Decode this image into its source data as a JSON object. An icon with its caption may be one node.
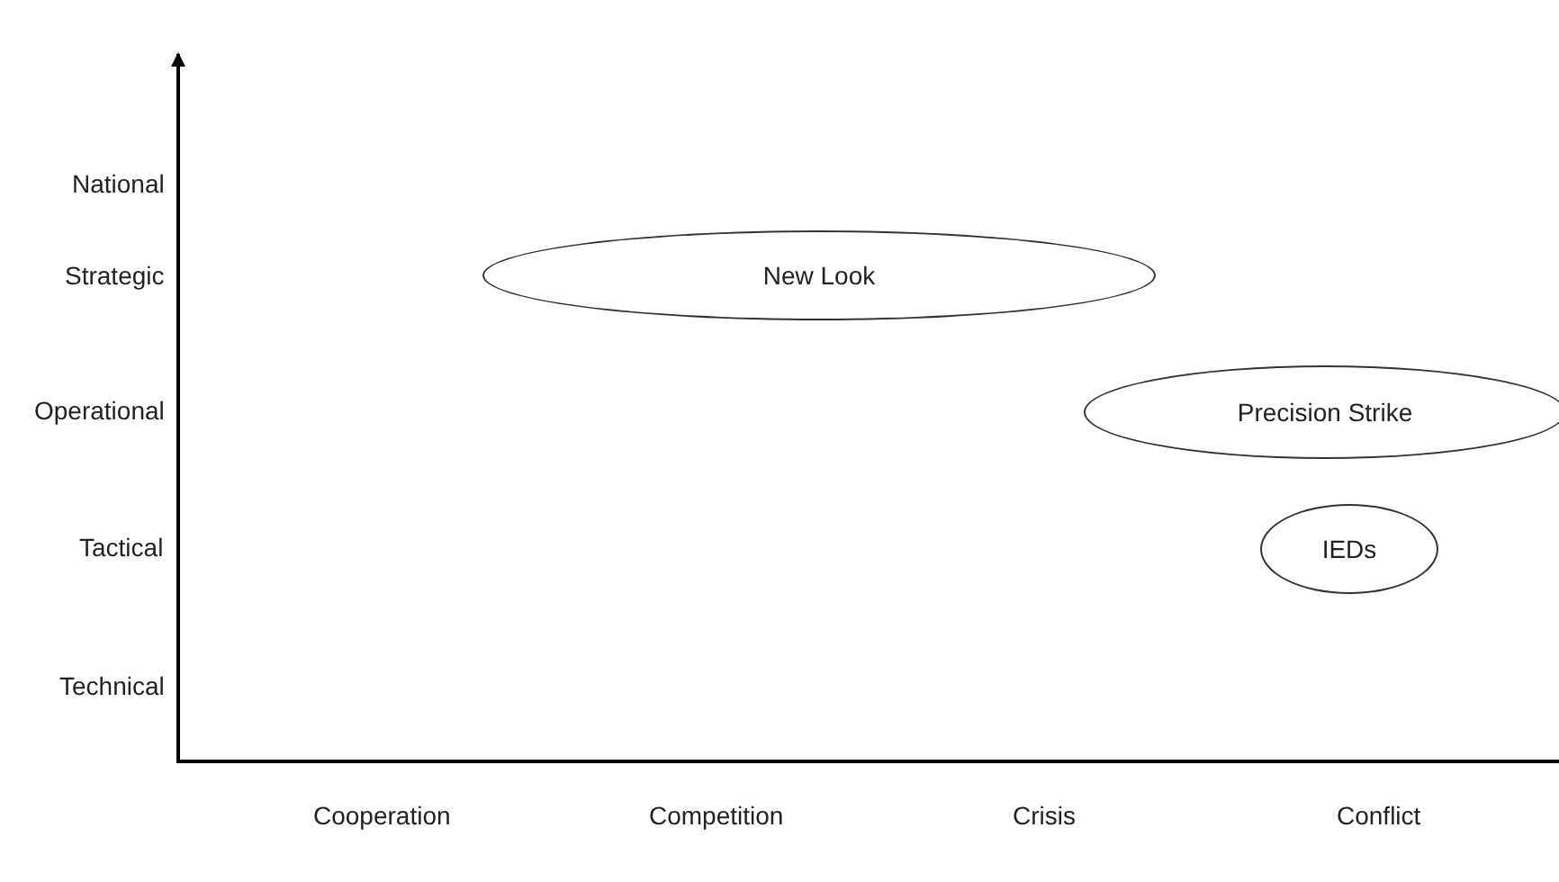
{
  "diagram": {
    "nodes": [
      {
        "text": [
          "New Look"
        ]
      },
      {
        "text": [
          "Precision Strike"
        ]
      },
      {
        "text": [
          "IEDs"
        ]
      }
    ],
    "labels": [
      "National",
      "Strategic",
      "Operational",
      "Tactical",
      "Technical",
      "Cooperation",
      "Competition",
      "Crisis",
      "Conflict"
    ]
  }
}
